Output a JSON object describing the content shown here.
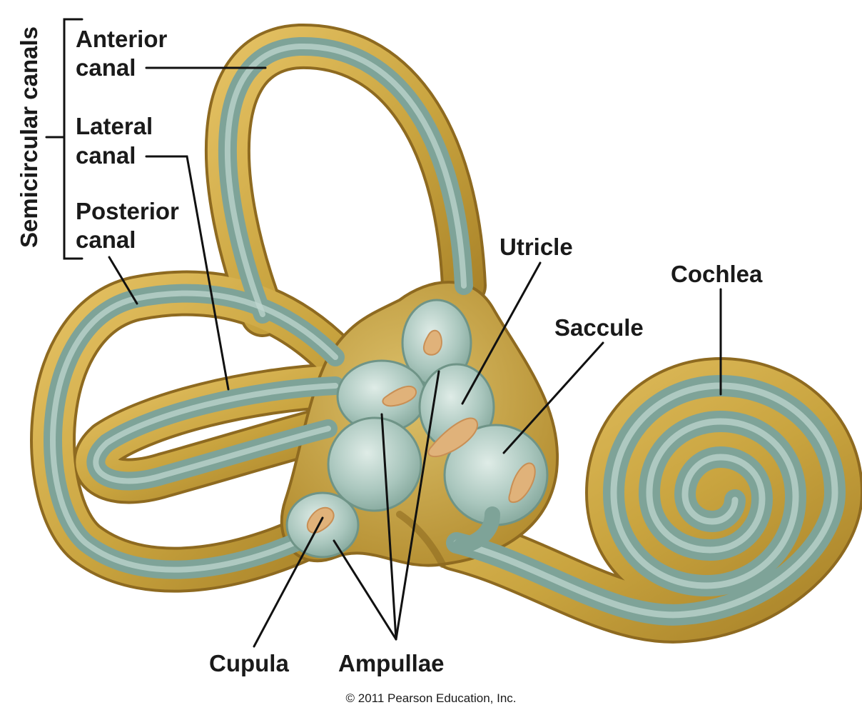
{
  "labels": {
    "group": "Semicircular canals",
    "anterior_line1": "Anterior",
    "anterior_line2": "canal",
    "lateral_line1": "Lateral",
    "lateral_line2": "canal",
    "posterior_line1": "Posterior",
    "posterior_line2": "canal",
    "utricle": "Utricle",
    "saccule": "Saccule",
    "cochlea": "Cochlea",
    "cupula": "Cupula",
    "ampullae": "Ampullae"
  },
  "copyright": "© 2011 Pearson Education, Inc.",
  "colors": {
    "bony_labyrinth": "#c9a43f",
    "membranous_labyrinth": "#8fb2a8",
    "receptor_patch": "#e0b27a",
    "text": "#1a1a1a"
  }
}
